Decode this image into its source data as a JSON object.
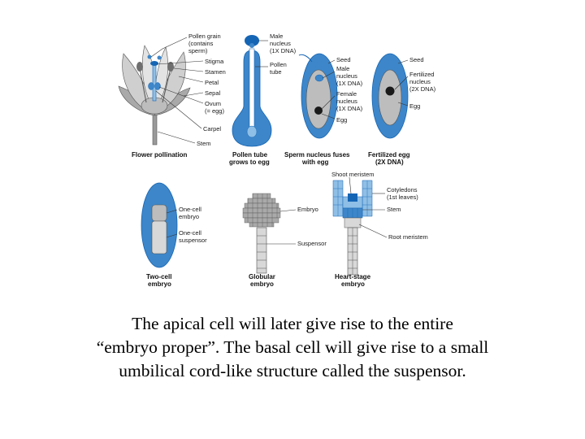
{
  "colors": {
    "blue_light": "#8fbfe6",
    "blue_mid": "#3d86c9",
    "blue_dark": "#1565b5",
    "gray_light": "#d8d8d8",
    "gray_mid": "#a9a9a9",
    "gray_dark": "#6f6f6f"
  },
  "panels": {
    "flower": {
      "caption": "Flower pollination",
      "labels": {
        "pollen_grain": "Pollen grain",
        "pollen_grain_2": "(contains",
        "pollen_grain_3": "sperm)",
        "stigma": "Stigma",
        "stamen": "Stamen",
        "petal": "Petal",
        "sepal": "Sepal",
        "ovum": "Ovum",
        "ovum_2": "(= egg)",
        "carpel": "Carpel",
        "stem": "Stem"
      }
    },
    "pollen_tube": {
      "caption": "Pollen tube",
      "caption_2": "grows to egg",
      "labels": {
        "male_nucleus": "Male",
        "male_nucleus_2": "nucleus",
        "male_nucleus_3": "(1X DNA)",
        "pollen_tube": "Pollen",
        "pollen_tube_2": "tube"
      }
    },
    "sperm_fuses": {
      "caption": "Sperm nucleus fuses",
      "caption_2": "with egg",
      "labels": {
        "seed": "Seed",
        "male_nucleus": "Male",
        "male_nucleus_2": "nucleus",
        "male_nucleus_3": "(1X DNA)",
        "female_nucleus": "Female",
        "female_nucleus_2": "nucleus",
        "female_nucleus_3": "(1X DNA)",
        "egg": "Egg"
      }
    },
    "fertilized": {
      "caption": "Fertilized egg",
      "caption_2": "(2X DNA)",
      "labels": {
        "seed": "Seed",
        "fertilized_nucleus": "Fertilized",
        "fertilized_nucleus_2": "nucleus",
        "fertilized_nucleus_3": "(2X DNA)",
        "egg": "Egg"
      }
    },
    "two_cell": {
      "caption": "Two-cell",
      "caption_2": "embryo",
      "labels": {
        "one_cell_embryo": "One-cell",
        "one_cell_embryo_2": "embryo",
        "one_cell_suspensor": "One-cell",
        "one_cell_suspensor_2": "suspensor"
      }
    },
    "globular": {
      "caption": "Globular",
      "caption_2": "embryo",
      "labels": {
        "embryo": "Embryo",
        "suspensor": "Suspensor"
      }
    },
    "heart": {
      "caption": "Heart-stage",
      "caption_2": "embryo",
      "labels": {
        "shoot_meristem": "Shoot meristem",
        "cotyledons": "Cotyledons",
        "cotyledons_2": "(1st leaves)",
        "stem": "Stem",
        "root_meristem": "Root meristem"
      }
    }
  },
  "caption": {
    "line1": "The apical cell will later give rise to the entire",
    "line2": "“embryo proper”.  The basal cell will give rise to a small",
    "line3": "umbilical cord-like structure called the suspensor."
  }
}
